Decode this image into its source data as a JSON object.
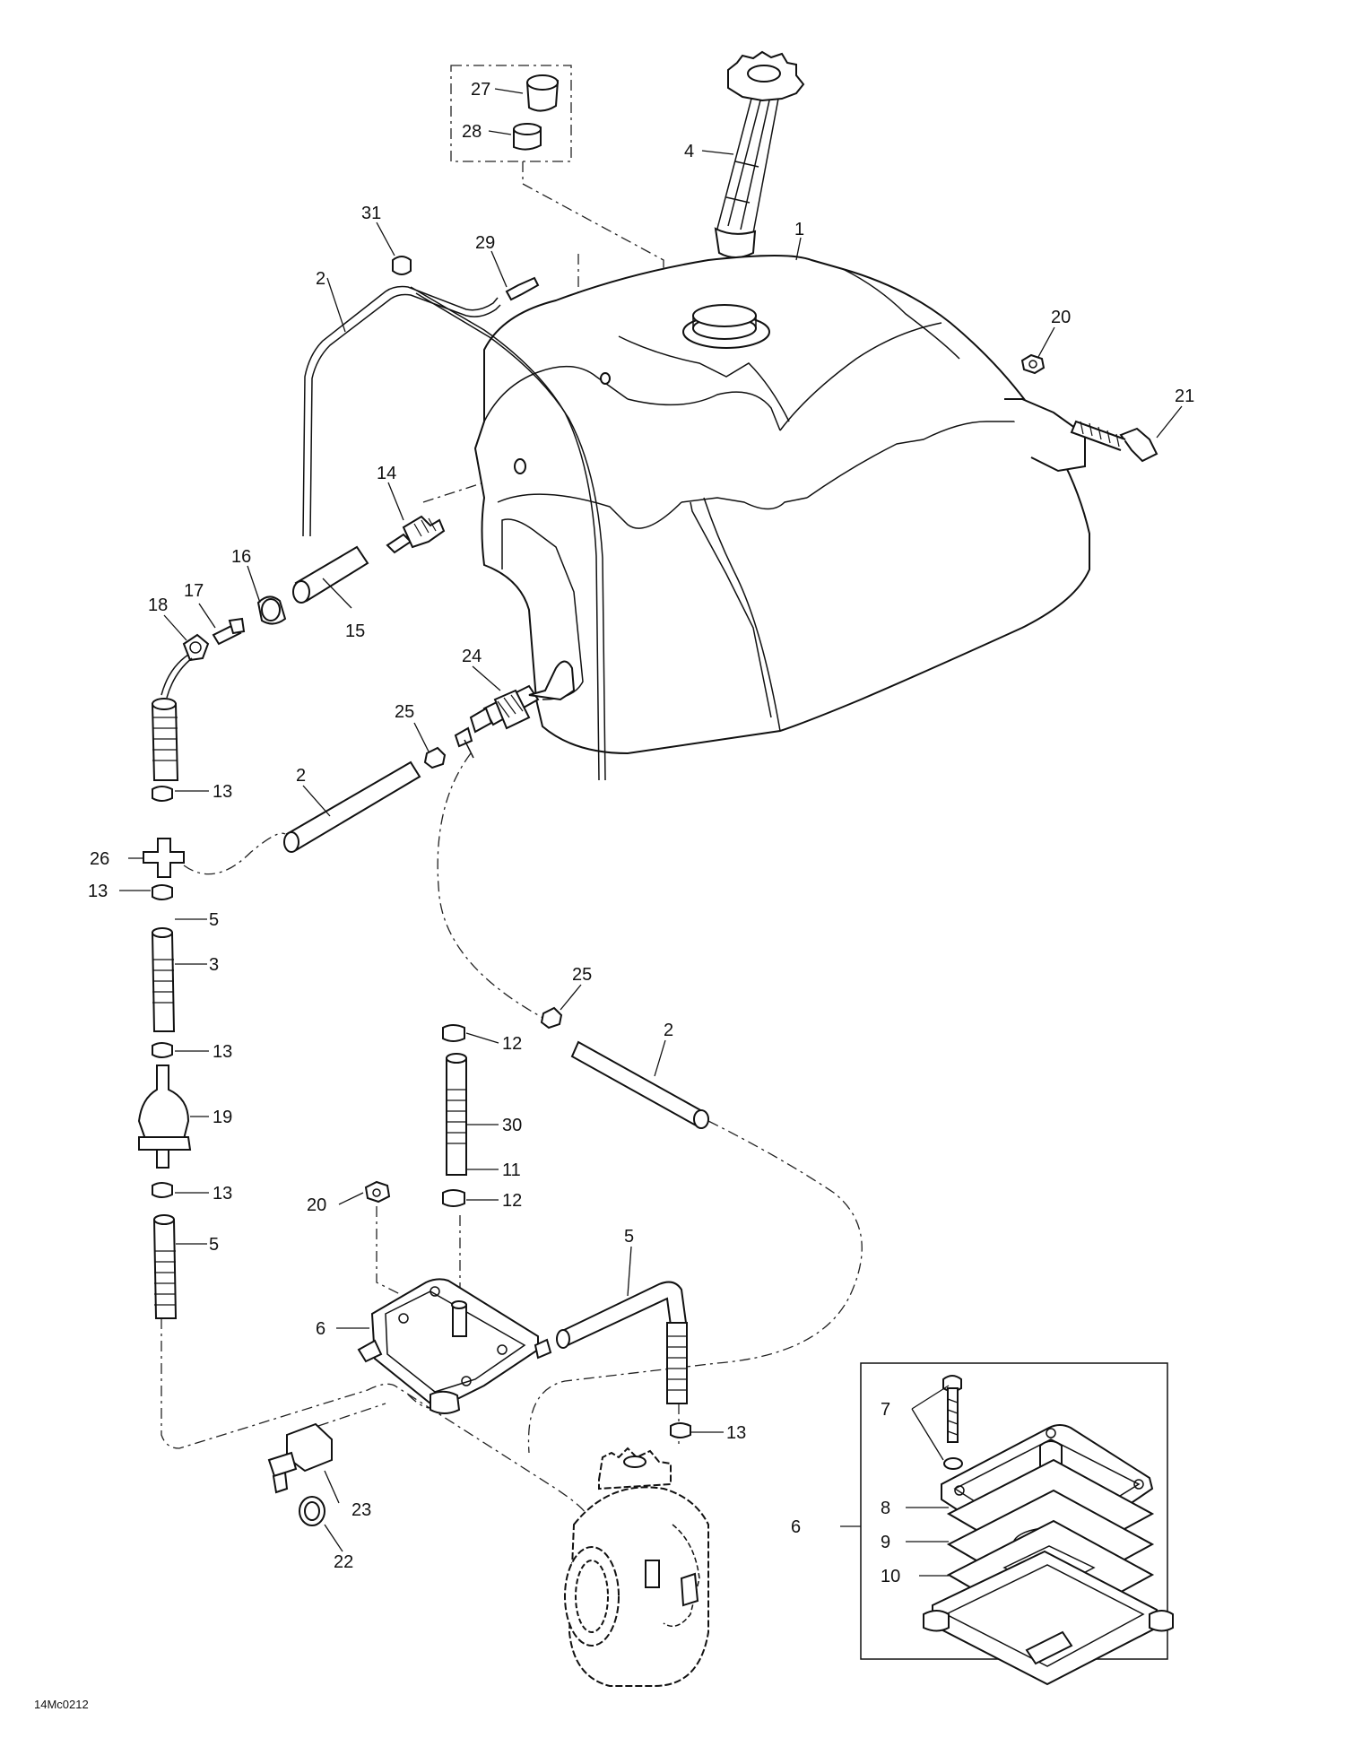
{
  "diagram": {
    "code": "14Mc0212",
    "callouts": [
      {
        "id": "c27",
        "text": "27"
      },
      {
        "id": "c28",
        "text": "28"
      },
      {
        "id": "c4",
        "text": "4"
      },
      {
        "id": "c1",
        "text": "1"
      },
      {
        "id": "c31",
        "text": "31"
      },
      {
        "id": "c29",
        "text": "29"
      },
      {
        "id": "c2a",
        "text": "2"
      },
      {
        "id": "c20a",
        "text": "20"
      },
      {
        "id": "c21",
        "text": "21"
      },
      {
        "id": "c14",
        "text": "14"
      },
      {
        "id": "c16",
        "text": "16"
      },
      {
        "id": "c17",
        "text": "17"
      },
      {
        "id": "c18",
        "text": "18"
      },
      {
        "id": "c15",
        "text": "15"
      },
      {
        "id": "c24",
        "text": "24"
      },
      {
        "id": "c25a",
        "text": "25"
      },
      {
        "id": "c13a",
        "text": "13"
      },
      {
        "id": "c2b",
        "text": "2"
      },
      {
        "id": "c26",
        "text": "26"
      },
      {
        "id": "c13b",
        "text": "13"
      },
      {
        "id": "c5a",
        "text": "5"
      },
      {
        "id": "c3",
        "text": "3"
      },
      {
        "id": "c25b",
        "text": "25"
      },
      {
        "id": "c2c",
        "text": "2"
      },
      {
        "id": "c12a",
        "text": "12"
      },
      {
        "id": "c13c",
        "text": "13"
      },
      {
        "id": "c19",
        "text": "19"
      },
      {
        "id": "c30",
        "text": "30"
      },
      {
        "id": "c11",
        "text": "11"
      },
      {
        "id": "c13d",
        "text": "13"
      },
      {
        "id": "c20b",
        "text": "20"
      },
      {
        "id": "c12b",
        "text": "12"
      },
      {
        "id": "c5b",
        "text": "5"
      },
      {
        "id": "c5c",
        "text": "5"
      },
      {
        "id": "c6a",
        "text": "6"
      },
      {
        "id": "c13e",
        "text": "13"
      },
      {
        "id": "c7",
        "text": "7"
      },
      {
        "id": "c23",
        "text": "23"
      },
      {
        "id": "c22",
        "text": "22"
      },
      {
        "id": "c6b",
        "text": "6"
      },
      {
        "id": "c8",
        "text": "8"
      },
      {
        "id": "c9",
        "text": "9"
      },
      {
        "id": "c10",
        "text": "10"
      }
    ]
  }
}
